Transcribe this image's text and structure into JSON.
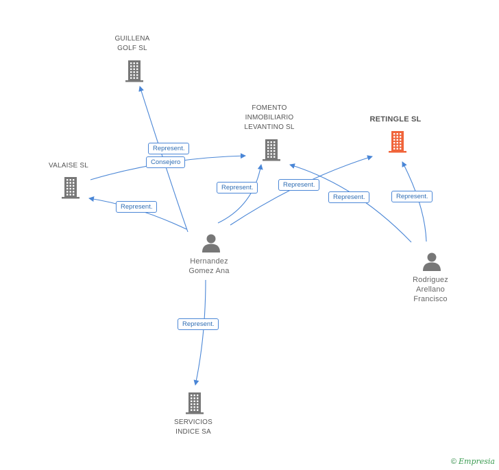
{
  "nodes": {
    "guillena": {
      "label": "GUILLENA\nGOLF SL"
    },
    "fomento": {
      "label": "FOMENTO\nINMOBILIARIO\nLEVANTINO SL"
    },
    "retingle": {
      "label": "RETINGLE SL"
    },
    "valaise": {
      "label": "VALAISE SL"
    },
    "servicios": {
      "label": "SERVICIOS\nINDICE SA"
    },
    "hernandez": {
      "label": "Hernandez\nGomez Ana"
    },
    "rodriguez": {
      "label": "Rodriguez\nArellano\nFrancisco"
    }
  },
  "edges": [
    {
      "from": "hernandez",
      "to": "guillena",
      "label": "Represent."
    },
    {
      "from": "valaise",
      "to": "fomento",
      "label": "Consejero"
    },
    {
      "from": "hernandez",
      "to": "valaise",
      "label": "Represent."
    },
    {
      "from": "hernandez",
      "to": "fomento",
      "label": "Represent."
    },
    {
      "from": "hernandez",
      "to": "retingle",
      "label": "Represent."
    },
    {
      "from": "rodriguez",
      "to": "fomento",
      "label": "Represent."
    },
    {
      "from": "rodriguez",
      "to": "retingle",
      "label": "Represent."
    },
    {
      "from": "hernandez",
      "to": "servicios",
      "label": "Represent."
    }
  ],
  "colors": {
    "edge": "#4a86d6",
    "building": "#777777",
    "building_main": "#f0643a",
    "person": "#777777"
  },
  "footer": {
    "copyright": "©",
    "brand": "Empresia"
  }
}
